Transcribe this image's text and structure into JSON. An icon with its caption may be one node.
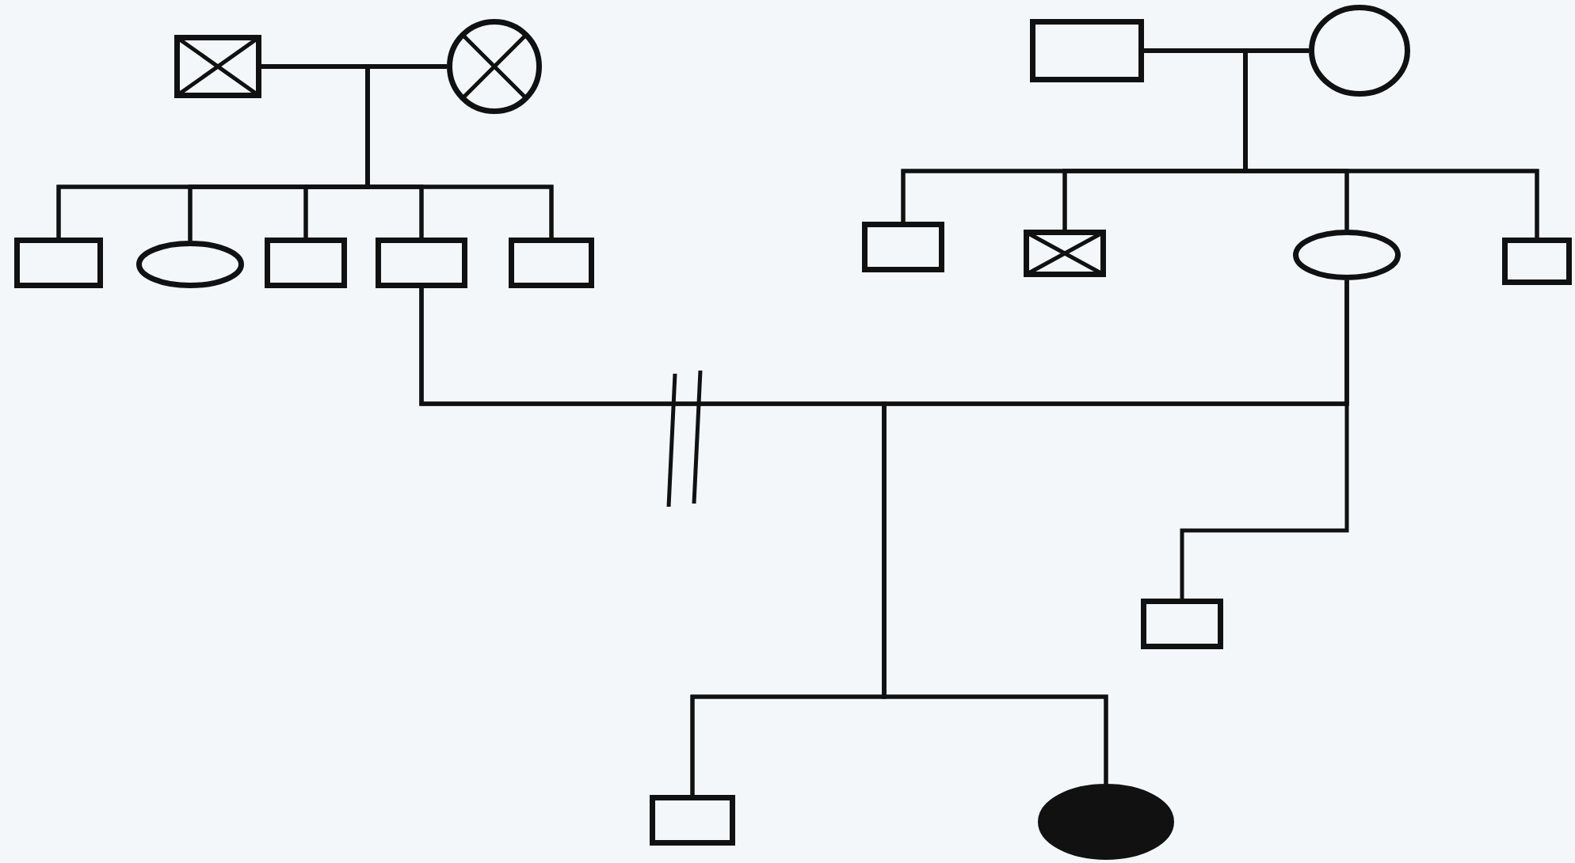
{
  "diagram": {
    "nodes": [
      {
        "text": [],
        "shape": "crossed-box"
      },
      {
        "text": [],
        "shape": "crossed-circle"
      },
      {
        "text": [],
        "shape": "box"
      },
      {
        "text": [],
        "shape": "circle"
      },
      {
        "text": [],
        "shape": "box"
      },
      {
        "text": [],
        "shape": "ellipse"
      },
      {
        "text": [],
        "shape": "box"
      },
      {
        "text": [],
        "shape": "box"
      },
      {
        "text": [],
        "shape": "box"
      },
      {
        "text": [],
        "shape": "box"
      },
      {
        "text": [],
        "shape": "crossed-box"
      },
      {
        "text": [],
        "shape": "ellipse"
      },
      {
        "text": [],
        "shape": "box"
      },
      {
        "text": [],
        "shape": "box"
      },
      {
        "text": [],
        "shape": "box"
      },
      {
        "text": [],
        "shape": "filled-ellipse"
      }
    ],
    "edges": [
      {
        "from": 0,
        "to": 1,
        "arrow": "none"
      },
      {
        "from": 0,
        "to": 4,
        "arrow": "none"
      },
      {
        "from": 0,
        "to": 5,
        "arrow": "none"
      },
      {
        "from": 0,
        "to": 6,
        "arrow": "none"
      },
      {
        "from": 0,
        "to": 7,
        "arrow": "none"
      },
      {
        "from": 0,
        "to": 8,
        "arrow": "none"
      },
      {
        "from": 1,
        "to": 4,
        "arrow": "none"
      },
      {
        "from": 1,
        "to": 5,
        "arrow": "none"
      },
      {
        "from": 1,
        "to": 6,
        "arrow": "none"
      },
      {
        "from": 1,
        "to": 7,
        "arrow": "none"
      },
      {
        "from": 1,
        "to": 8,
        "arrow": "none"
      },
      {
        "from": 2,
        "to": 3,
        "arrow": "none"
      },
      {
        "from": 2,
        "to": 9,
        "arrow": "none"
      },
      {
        "from": 2,
        "to": 10,
        "arrow": "none"
      },
      {
        "from": 2,
        "to": 11,
        "arrow": "none"
      },
      {
        "from": 2,
        "to": 12,
        "arrow": "none"
      },
      {
        "from": 3,
        "to": 9,
        "arrow": "none"
      },
      {
        "from": 3,
        "to": 10,
        "arrow": "none"
      },
      {
        "from": 3,
        "to": 11,
        "arrow": "none"
      },
      {
        "from": 3,
        "to": 12,
        "arrow": "none"
      },
      {
        "from": 7,
        "to": 11,
        "arrow": "none"
      },
      {
        "from": 11,
        "to": 13,
        "arrow": "none"
      },
      {
        "from": 7,
        "to": 14,
        "arrow": "none"
      },
      {
        "from": 7,
        "to": 15,
        "arrow": "none"
      },
      {
        "from": 11,
        "to": 14,
        "arrow": "none"
      },
      {
        "from": 11,
        "to": 15,
        "arrow": "none"
      }
    ]
  }
}
